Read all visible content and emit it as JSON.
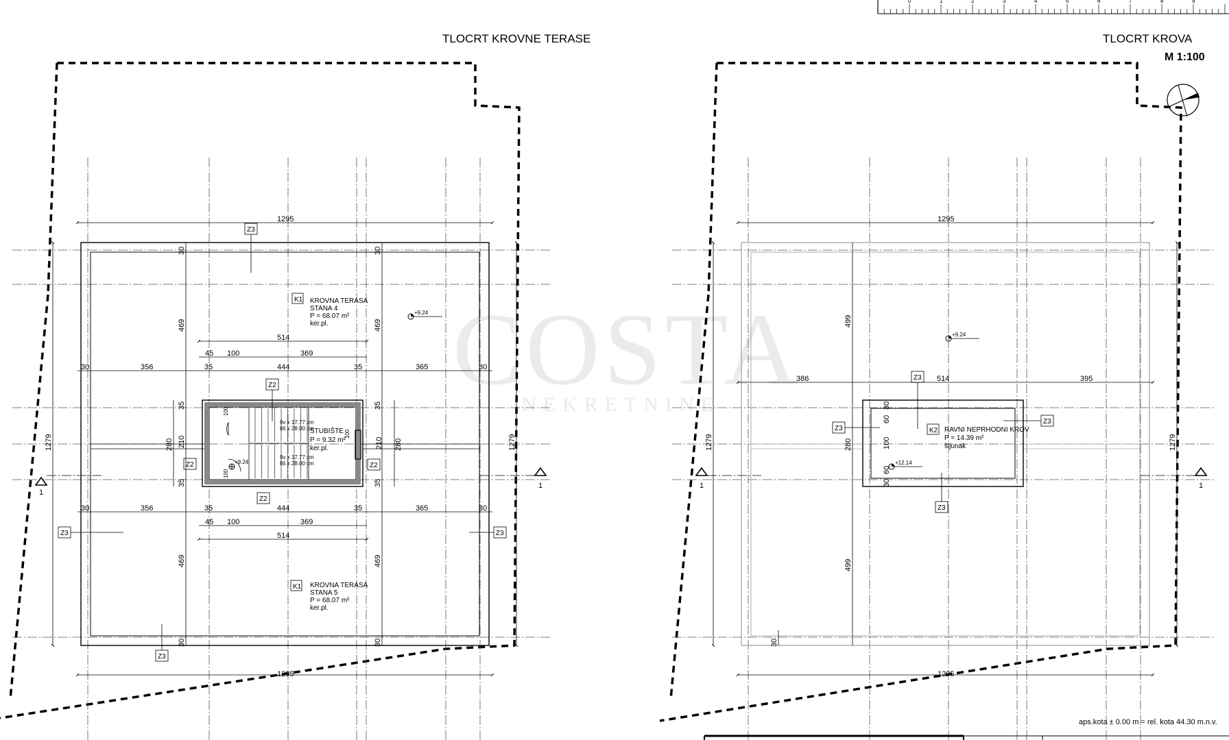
{
  "titles": {
    "left": "TLOCRT KROVNE TERASE",
    "right": "TLOCRT KROVA",
    "scale": "M 1:100"
  },
  "watermark": {
    "main": "COSTA",
    "sub": "NEKRETNINE"
  },
  "footer": {
    "level_note": "aps.kota ± 0.00 m = rel. kota 44.30 m.n.v."
  },
  "section_marker": {
    "label": "1"
  },
  "left_plan": {
    "dims": {
      "overall_width": "1295",
      "overall_depth": "1279",
      "wall": "30",
      "span_side_left": "356",
      "span_side_right": "365",
      "span_core": "444",
      "span_stair": "514",
      "span_369": "369",
      "span_100": "100",
      "span_45": "45",
      "span_35": "35",
      "depth_469": "469",
      "depth_280": "280",
      "depth_210": "210",
      "small_100": "100"
    },
    "room_upper": {
      "tag": "K1",
      "name": "KROVNA TERASA",
      "sub": "STANA 4",
      "area": "P = 68.07 m²",
      "finish": "ker.pl."
    },
    "room_lower": {
      "tag": "K1",
      "name": "KROVNA TERASA",
      "sub": "STANA 5",
      "area": "P = 68.07 m²",
      "finish": "ker.pl."
    },
    "stair": {
      "name": "STUBIŠTE",
      "area": "P = 9.32 m²",
      "finish": "ker.pl.",
      "steps_a": "9v x 17.77 cm",
      "steps_b": "8š x 28.00 cm"
    },
    "level_mark": "+9.24",
    "tags": {
      "z2": "Z2",
      "z3": "Z3"
    }
  },
  "right_plan": {
    "dims": {
      "overall_width": "1295",
      "overall_depth": "1279",
      "span_386": "386",
      "span_514": "514",
      "span_395": "395",
      "depth_499": "499",
      "depth_280": "280",
      "wall": "30",
      "d60": "60",
      "d100": "100"
    },
    "roof": {
      "tag": "K2",
      "name": "RAVNI NEPRHODNI KROV",
      "area": "P = 14.39 m²",
      "finish": "šljunak"
    },
    "level_mark": "+9.24",
    "level_mark_b": "+12.14",
    "tags": {
      "z3": "Z3"
    }
  },
  "scale_bar": {
    "ticks": [
      "0",
      "1",
      "2",
      "3",
      "4",
      "5",
      "6",
      "7",
      "8",
      "9"
    ]
  }
}
